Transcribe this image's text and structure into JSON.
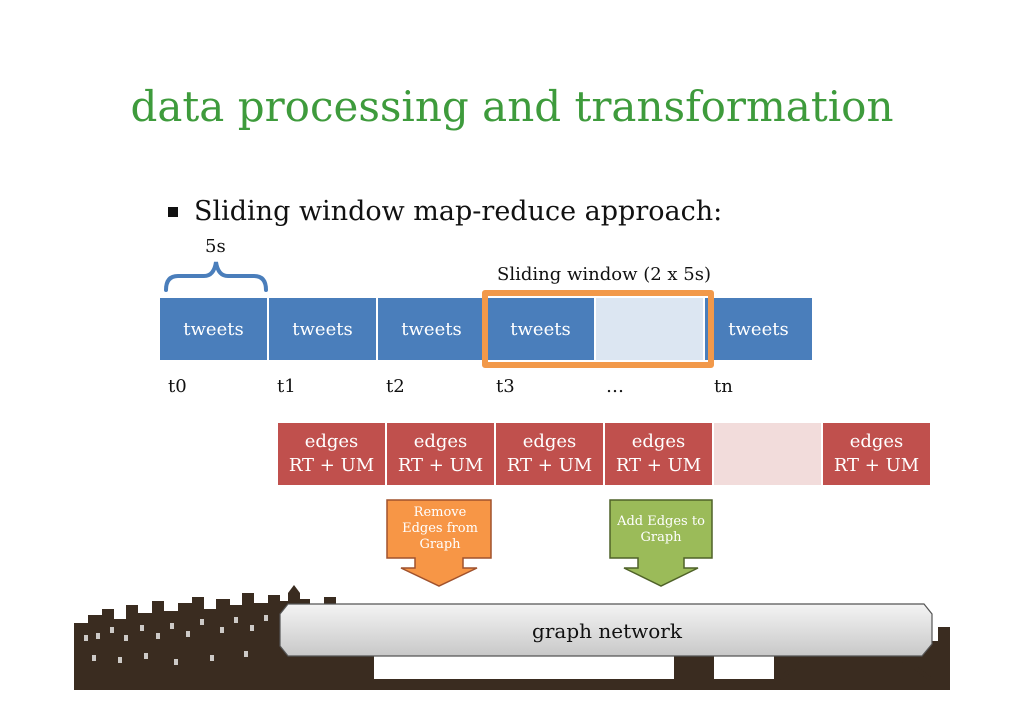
{
  "title": "data processing and transformation",
  "bullet": "Sliding window map-reduce approach:",
  "brace_label": "5s",
  "window_label": "Sliding window (2 x 5s)",
  "tweets": [
    "tweets",
    "tweets",
    "tweets",
    "tweets",
    "",
    "tweets"
  ],
  "times": [
    "t0",
    "t1",
    "t2",
    "t3",
    "…",
    "tn"
  ],
  "edges": [
    {
      "top": "edges",
      "bottom": "RT + UM"
    },
    {
      "top": "edges",
      "bottom": "RT + UM"
    },
    {
      "top": "edges",
      "bottom": "RT + UM"
    },
    {
      "top": "edges",
      "bottom": "RT + UM"
    },
    {
      "top": "",
      "bottom": ""
    },
    {
      "top": "edges",
      "bottom": "RT + UM"
    }
  ],
  "remove_arrow": {
    "line1": "Remove",
    "line2": "Edges from",
    "line3": "Graph"
  },
  "add_arrow": {
    "line1": "Add Edges to",
    "line2": "Graph"
  },
  "graph_network": "graph network",
  "colors": {
    "title": "#3e9b3c",
    "tweet": "#4a7ebb",
    "tweet_empty": "#dce6f2",
    "edge": "#c0504d",
    "edge_empty": "#f2dcdb",
    "window": "#f2994a",
    "remove": "#f79646",
    "add": "#9bbb59"
  }
}
